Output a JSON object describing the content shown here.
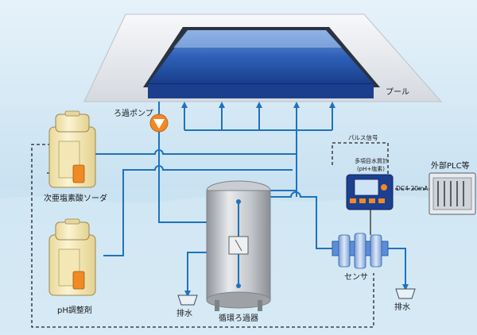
{
  "colors": {
    "water_bg": "#cfe6f3",
    "pipe": "#1e73be",
    "pool_water": "#1f4fa8",
    "pool_rim": "#e8eaee",
    "tank_body": "#f7ecc3",
    "pump": "#f08a24",
    "filter": "#b9bcc1",
    "controller": "#1d3f8f",
    "signal_line": "#222222"
  },
  "labels": {
    "pool": "プール",
    "filtration_pump": "ろ過ポンプ",
    "hypochlorite": "次亜塩素酸ソーダ",
    "ph_adjuster": "pH調整剤",
    "circulation_filter": "循環ろ過器",
    "drain_left": "排水",
    "drain_right": "排水",
    "sensor": "センサ",
    "pulse_signal": "パルス信号",
    "multi_item_line1": "多項目水質計",
    "multi_item_line2": "(pH+塩素)",
    "current_signal": "DC4-20mA",
    "external_plc": "外部PLC等"
  },
  "icons": {
    "pump": "pump-triangle-icon",
    "filter_tank": "filter-vessel-icon",
    "tank": "chemical-tank-icon",
    "dosing_pump": "dosing-pump-icon",
    "controller": "controller-icon",
    "plc": "plc-device-icon",
    "sensor": "sensor-icon",
    "drain": "drain-icon"
  }
}
